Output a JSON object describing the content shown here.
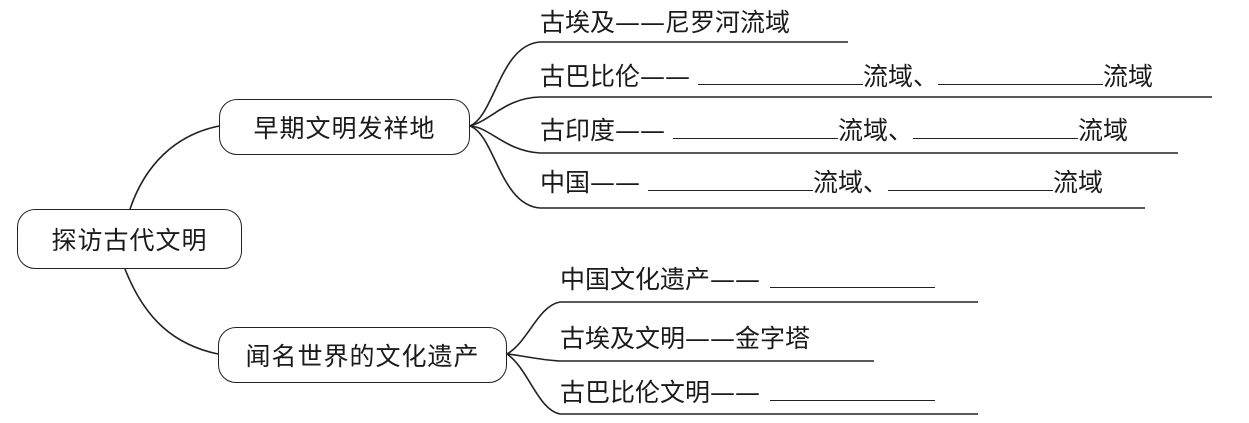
{
  "root": {
    "label": "探访古代文明"
  },
  "branches": [
    {
      "label": "早期文明发祥地",
      "leaves": [
        {
          "text": "古埃及——尼罗河流域"
        },
        {
          "prefix": "古巴比伦——",
          "blank_suffix": "流域、",
          "suffix": "流域"
        },
        {
          "prefix": "古印度——",
          "blank_suffix": "流域、",
          "suffix": "流域"
        },
        {
          "prefix": "中国——",
          "blank_suffix": "流域、",
          "suffix": "流域"
        }
      ]
    },
    {
      "label": "闻名世界的文化遗产",
      "leaves": [
        {
          "prefix": "中国文化遗产——"
        },
        {
          "text": "古埃及文明——金字塔"
        },
        {
          "prefix": "古巴比伦文明——"
        }
      ]
    }
  ]
}
